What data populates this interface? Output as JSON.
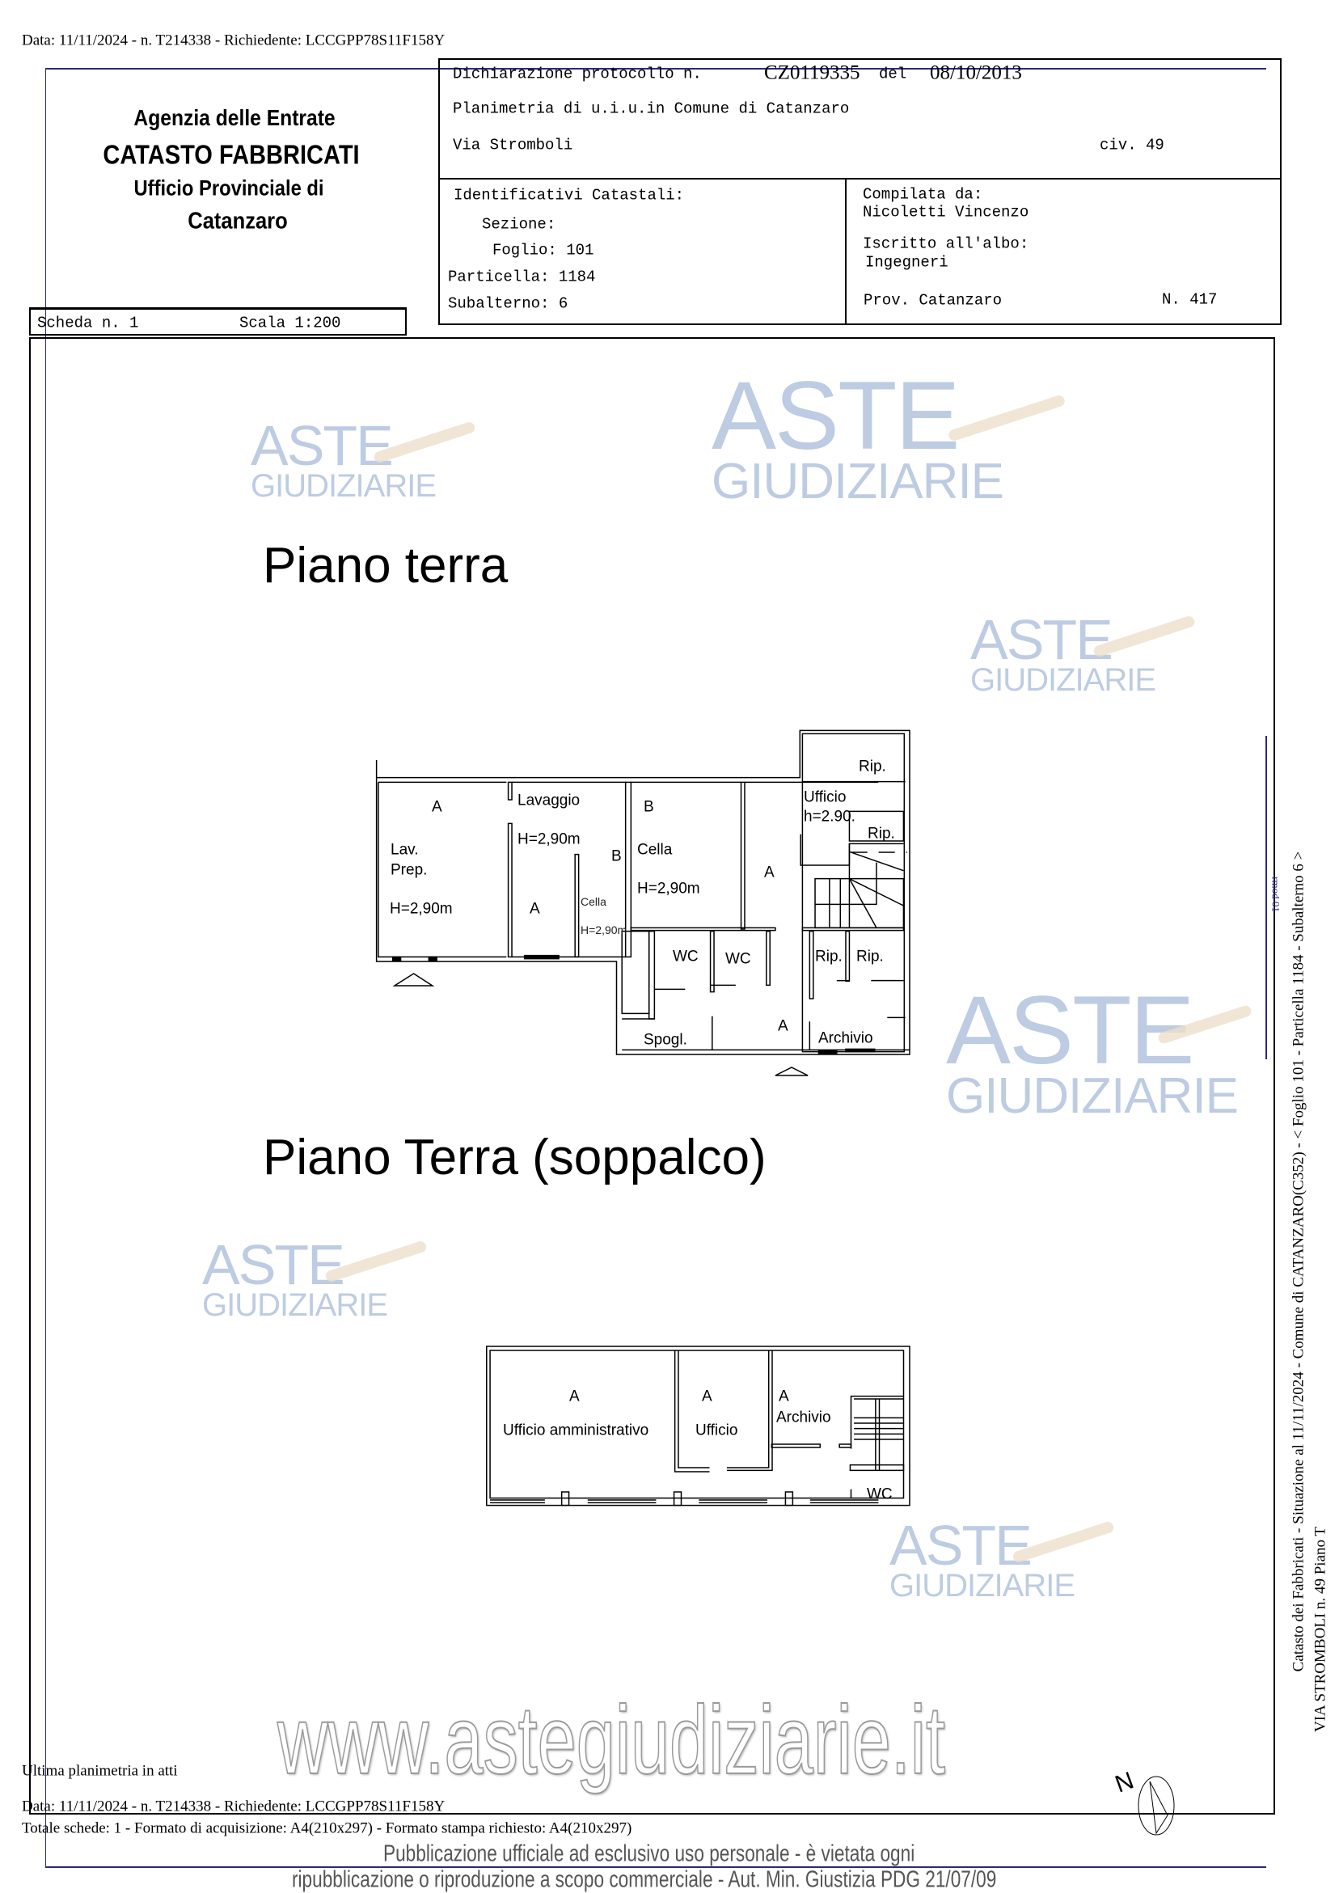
{
  "top_stamp": "Data: 11/11/2024 - n. T214338 - Richiedente: LCCGPP78S11F158Y",
  "agency": {
    "line1": "Agenzia delle Entrate",
    "line2": "CATASTO FABBRICATI",
    "line3": "Ufficio Provinciale di",
    "line4": "Catanzaro"
  },
  "scheda": {
    "label": "Scheda n. 1",
    "scale": "Scala 1:200"
  },
  "declaration": {
    "prefix": "Dichiarazione protocollo n.",
    "number": "CZ0119335",
    "del": "del",
    "date": "08/10/2013",
    "planimetria": "Planimetria di u.i.u.in Comune di Catanzaro",
    "street": "Via Stromboli",
    "civ": "civ. 49"
  },
  "identifiers": {
    "title": "Identificativi Catastali:",
    "sezione": "Sezione:",
    "foglio": "Foglio: 101",
    "particella": "Particella: 1184",
    "subalterno": "Subalterno: 6"
  },
  "compiler": {
    "label": "Compilata da:",
    "name": "Nicoletti Vincenzo",
    "albo_label": "Iscritto all'albo:",
    "albo": "Ingegneri",
    "prov": "Prov. Catanzaro",
    "number": "N. 417"
  },
  "floor1": {
    "title": "Piano terra",
    "rooms": [
      {
        "text": "A"
      },
      {
        "text": "Lavaggio"
      },
      {
        "text": "Lav."
      },
      {
        "text": "Prep."
      },
      {
        "text": "H=2,90m"
      },
      {
        "text": "H=2,90m"
      },
      {
        "text": "B"
      },
      {
        "text": "A"
      },
      {
        "text": "Cella"
      },
      {
        "text": "H=2,90m"
      },
      {
        "text": "B"
      },
      {
        "text": "Cella"
      },
      {
        "text": "H=2,90m"
      },
      {
        "text": "A"
      },
      {
        "text": "Rip."
      },
      {
        "text": "Ufficio"
      },
      {
        "text": "h=2.90."
      },
      {
        "text": "Rip."
      },
      {
        "text": "WC"
      },
      {
        "text": "WC"
      },
      {
        "text": "Rip."
      },
      {
        "text": "Rip."
      },
      {
        "text": "Spogl."
      },
      {
        "text": "A"
      },
      {
        "text": "Archivio"
      }
    ]
  },
  "floor2": {
    "title": "Piano Terra (soppalco)",
    "rooms": [
      {
        "text": "A"
      },
      {
        "text": "Ufficio amministrativo"
      },
      {
        "text": "A"
      },
      {
        "text": "Ufficio"
      },
      {
        "text": "A"
      },
      {
        "text": "Archivio"
      },
      {
        "text": "WC"
      }
    ]
  },
  "side": {
    "line1": "Catasto dei Fabbricati - Situazione al 11/11/2024 - Comune di CATANZARO(C352) - < Foglio 101 - Particella 1184 - Subalterno 6 >",
    "line2": "VIA STROMBOLI n. 49 Piano T",
    "mark": "rmod 01"
  },
  "footer": {
    "ultima": "Ultima planimetria in atti",
    "data": "Data: 11/11/2024 - n. T214338 - Richiedente: LCCGPP78S11F158Y",
    "totale": "Totale schede: 1 - Formato di acquisizione: A4(210x297) - Formato stampa richiesto: A4(210x297)",
    "disclaimer1": "Pubblicazione ufficiale ad esclusivo uso personale - è vietata ogni",
    "disclaimer2": "ripubblicazione o riproduzione a scopo commerciale - Aut. Min. Giustizia PDG 21/07/09"
  },
  "watermark": {
    "aste": "ASTE",
    "giudiziarie": "GIUDIZIARIE",
    "url": "www.astegiudiziarie.it"
  },
  "north": "N",
  "colors": {
    "frame_blue": "#2a2a7a",
    "watermark_blue": "#6f8fbf",
    "watermark_gavel": "#d8b98a"
  }
}
